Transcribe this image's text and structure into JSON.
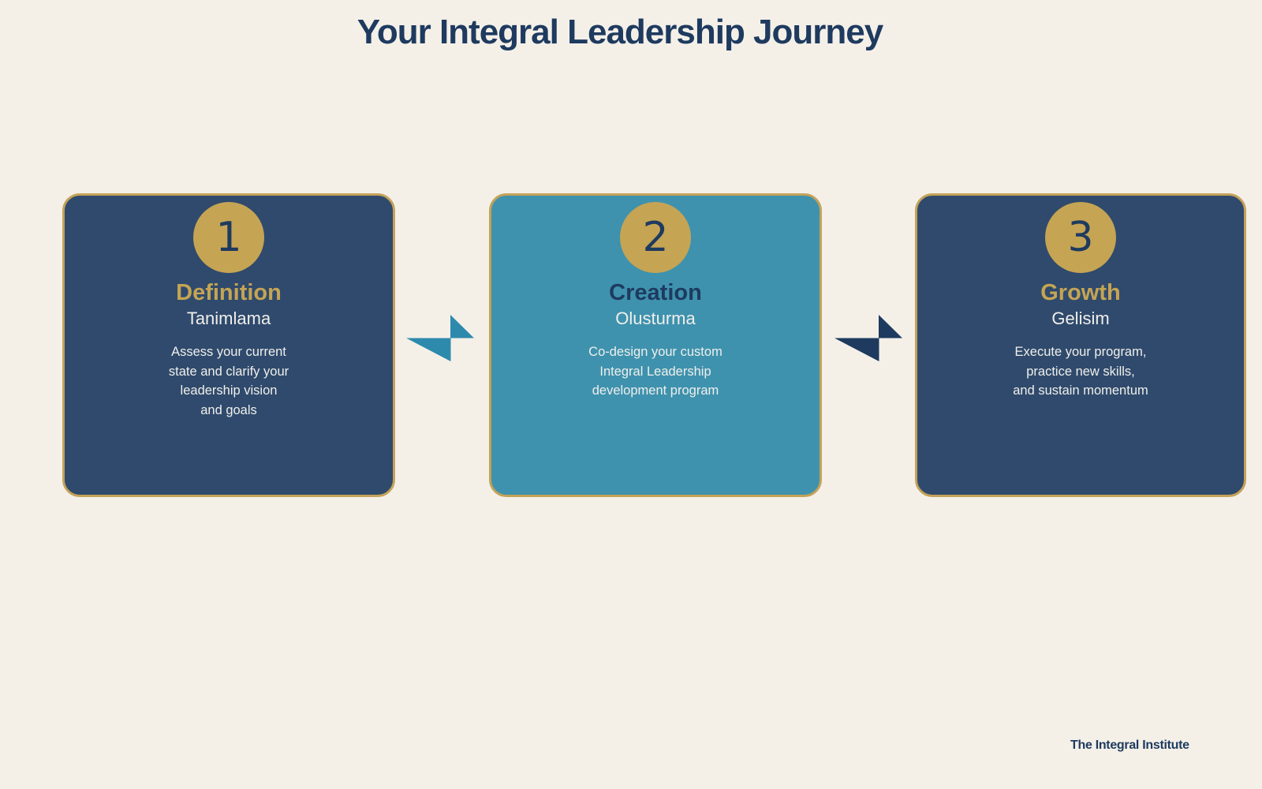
{
  "page": {
    "title": "Your Integral Leadership Journey",
    "footer": "The Integral Institute"
  },
  "colors": {
    "background": "#f4f0e8",
    "card_navy": "#2f4a6c",
    "card_teal": "#3e92ae",
    "gold_accent": "#c5a454",
    "gold_border": "#c4a258",
    "dark_navy_text": "#1e3a5f",
    "light_text": "#f0efeb",
    "arrow_teal": "#2e8aad",
    "arrow_navy": "#1e3a5f"
  },
  "steps": [
    {
      "number": "1",
      "title": "Definition",
      "subtitle": "Tanimlama",
      "description": "Assess your current\nstate and clarify your\nleadership vision\nand goals",
      "card_color": "#2f4a6c",
      "title_color": "#c5a454"
    },
    {
      "number": "2",
      "title": "Creation",
      "subtitle": "Olusturma",
      "description": "Co-design your custom\nIntegral Leadership\ndevelopment program",
      "card_color": "#3e92ae",
      "title_color": "#1e3a5f"
    },
    {
      "number": "3",
      "title": "Growth",
      "subtitle": "Gelisim",
      "description": "Execute your program,\npractice new skills,\nand sustain momentum",
      "card_color": "#2f4a6c",
      "title_color": "#c5a454"
    }
  ],
  "arrows": [
    {
      "name": "arrow-step1-to-step2",
      "color": "#2e8aad"
    },
    {
      "name": "arrow-step2-to-step3",
      "color": "#1e3a5f"
    }
  ]
}
